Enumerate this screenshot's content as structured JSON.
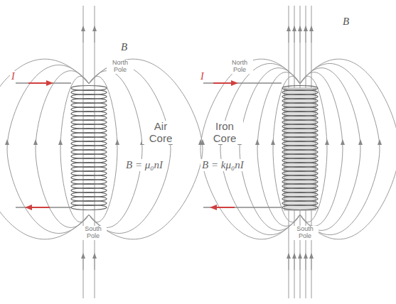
{
  "diagram": {
    "labels": [
      "B",
      "North Pole",
      "I",
      "Air Core",
      "B = μ₀nI",
      "South Pole",
      "Iron Core",
      "B = kμ₀nI",
      "B",
      "North Pole",
      "I",
      "South Pole"
    ]
  }
}
